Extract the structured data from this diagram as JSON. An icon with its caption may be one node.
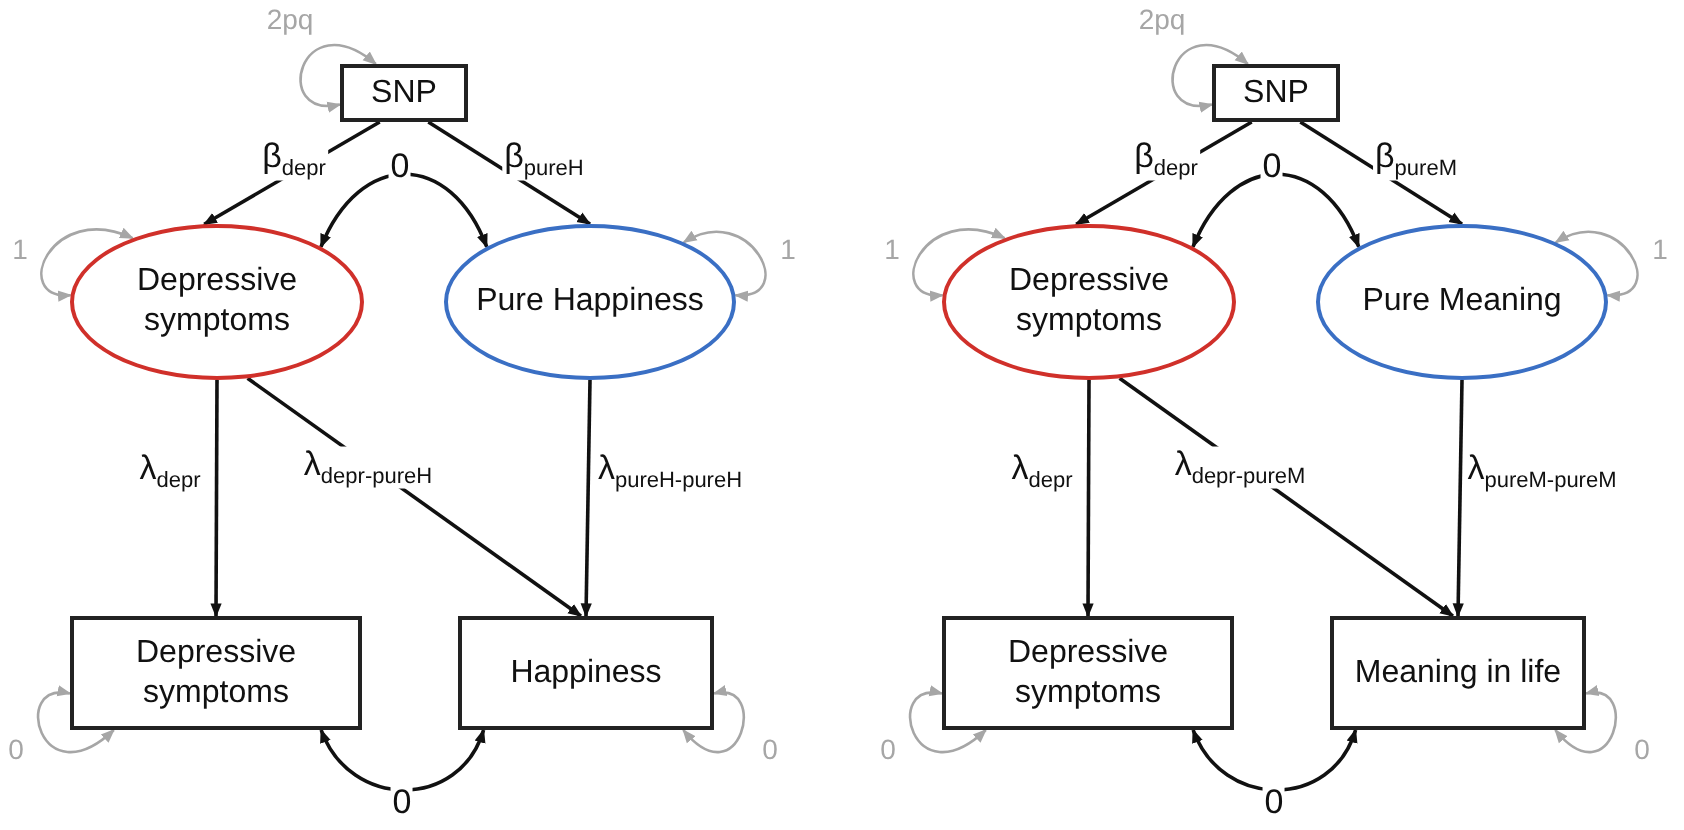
{
  "diagram": {
    "nodes": [
      {
        "text": [
          "SNP"
        ]
      },
      {
        "text": [
          "Depressive symptoms"
        ]
      },
      {
        "text": [
          "Pure Happiness"
        ]
      },
      {
        "text": [
          "Depressive symptoms"
        ]
      },
      {
        "text": [
          "Happiness"
        ]
      },
      {
        "text": [
          "SNP"
        ]
      },
      {
        "text": [
          "Depressive symptoms"
        ]
      },
      {
        "text": [
          "Pure Meaning"
        ]
      },
      {
        "text": [
          "Depressive symptoms"
        ]
      },
      {
        "text": [
          "Meaning in life"
        ]
      }
    ],
    "edges": [
      {
        "from": 0,
        "to": 1,
        "arrow": "to",
        "label": "β$_{depr}$"
      },
      {
        "from": 0,
        "to": 2,
        "arrow": "to",
        "label": "β$_{pureH}$"
      },
      {
        "from": 1,
        "to": 2,
        "arrow": "both",
        "label": "0"
      },
      {
        "from": 1,
        "to": 3,
        "arrow": "to",
        "label": "λ$_{depr}$"
      },
      {
        "from": 1,
        "to": 4,
        "arrow": "to",
        "label": "λ$_{depr-pureH}$"
      },
      {
        "from": 2,
        "to": 4,
        "arrow": "to",
        "label": "λ$_{pureH-pureH}$"
      },
      {
        "from": 3,
        "to": 4,
        "arrow": "both",
        "label": "0"
      },
      {
        "from": 0,
        "to": 0,
        "arrow": "both",
        "label": "2pq",
        "color": "#a6a6a6"
      },
      {
        "from": 1,
        "to": 1,
        "arrow": "both",
        "label": "1",
        "color": "#a6a6a6"
      },
      {
        "from": 2,
        "to": 2,
        "arrow": "both",
        "label": "1",
        "color": "#a6a6a6"
      },
      {
        "from": 3,
        "to": 3,
        "arrow": "both",
        "label": "0",
        "color": "#a6a6a6"
      },
      {
        "from": 4,
        "to": 4,
        "arrow": "both",
        "label": "0",
        "color": "#a6a6a6"
      },
      {
        "from": 5,
        "to": 6,
        "arrow": "to",
        "label": "β$_{depr}$"
      },
      {
        "from": 5,
        "to": 7,
        "arrow": "to",
        "label": "β$_{pureM}$"
      },
      {
        "from": 6,
        "to": 7,
        "arrow": "both",
        "label": "0"
      },
      {
        "from": 6,
        "to": 8,
        "arrow": "to",
        "label": "λ$_{depr}$"
      },
      {
        "from": 6,
        "to": 9,
        "arrow": "to",
        "label": "λ$_{depr-pureM}$"
      },
      {
        "from": 7,
        "to": 9,
        "arrow": "to",
        "label": "λ$_{pureM-pureM}$"
      },
      {
        "from": 8,
        "to": 9,
        "arrow": "both",
        "label": "0"
      },
      {
        "from": 5,
        "to": 5,
        "arrow": "both",
        "label": "2pq",
        "color": "#a6a6a6"
      },
      {
        "from": 6,
        "to": 6,
        "arrow": "both",
        "label": "1",
        "color": "#a6a6a6"
      },
      {
        "from": 7,
        "to": 7,
        "arrow": "both",
        "label": "1",
        "color": "#a6a6a6"
      },
      {
        "from": 8,
        "to": 8,
        "arrow": "both",
        "label": "0",
        "color": "#a6a6a6"
      },
      {
        "from": 9,
        "to": 9,
        "arrow": "both",
        "label": "0",
        "color": "#a6a6a6"
      }
    ]
  }
}
